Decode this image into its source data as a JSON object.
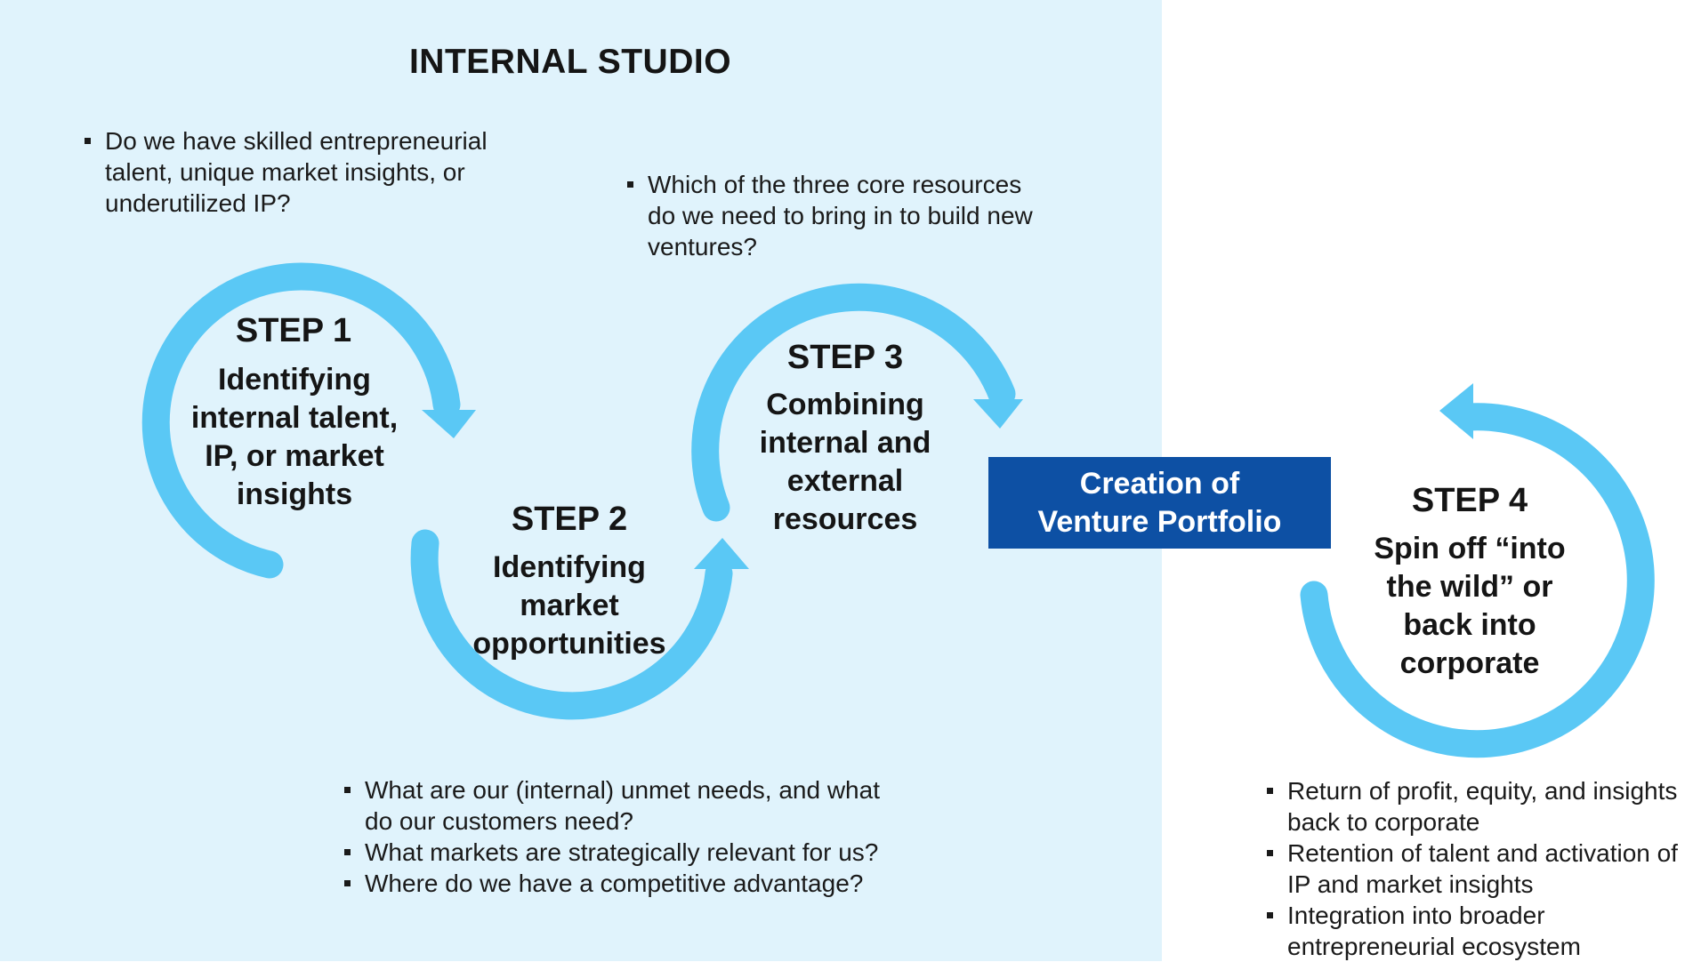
{
  "title": "INTERNAL STUDIO",
  "colors": {
    "studio_background": "#e0f3fc",
    "arrow": "#5ac8f5",
    "portfolio_box": "#0d50a4",
    "portfolio_text": "#ffffff"
  },
  "steps": [
    {
      "label": "STEP 1",
      "text": "Identifying internal talent, IP, or market insights"
    },
    {
      "label": "STEP 2",
      "text": "Identifying market opportunities"
    },
    {
      "label": "STEP 3",
      "text": "Combining internal and external resources"
    },
    {
      "label": "STEP 4",
      "text": "Spin off “into the wild” or back into corporate"
    }
  ],
  "portfolio": {
    "text": "Creation of Venture Portfolio"
  },
  "questions": {
    "step1": [
      "Do we have skilled entrepreneurial talent, unique market insights, or underutilized IP?"
    ],
    "step2": [
      "What are our (internal) unmet needs, and what do our customers need?",
      "What markets are strategically relevant for us?",
      "Where do we have a competitive advantage?"
    ],
    "step3": [
      "Which of the three core resources do we need to bring in to build new ventures?"
    ],
    "step4": [
      "Return of profit, equity, and insights back to corporate",
      "Retention of talent and activation of IP and market insights",
      "Integration into broader entrepreneurial ecosystem"
    ]
  }
}
